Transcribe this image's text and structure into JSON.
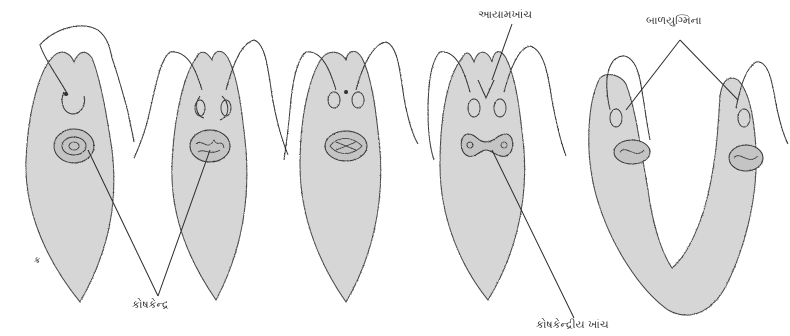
{
  "labels": {
    "cell_nucleus": "કોષકેન્દ્ર",
    "longitudinal_fission": "આયામખાંચ",
    "flagella": "બાળયુગ્મિના",
    "nuclear_fission": "કોષકેન્દ્રીય ખાંચ",
    "corner_mark": "ક્ર"
  },
  "colors": {
    "cell_fill": "#d6d6d6",
    "line": "#2b2b2b",
    "background": "#ffffff"
  }
}
